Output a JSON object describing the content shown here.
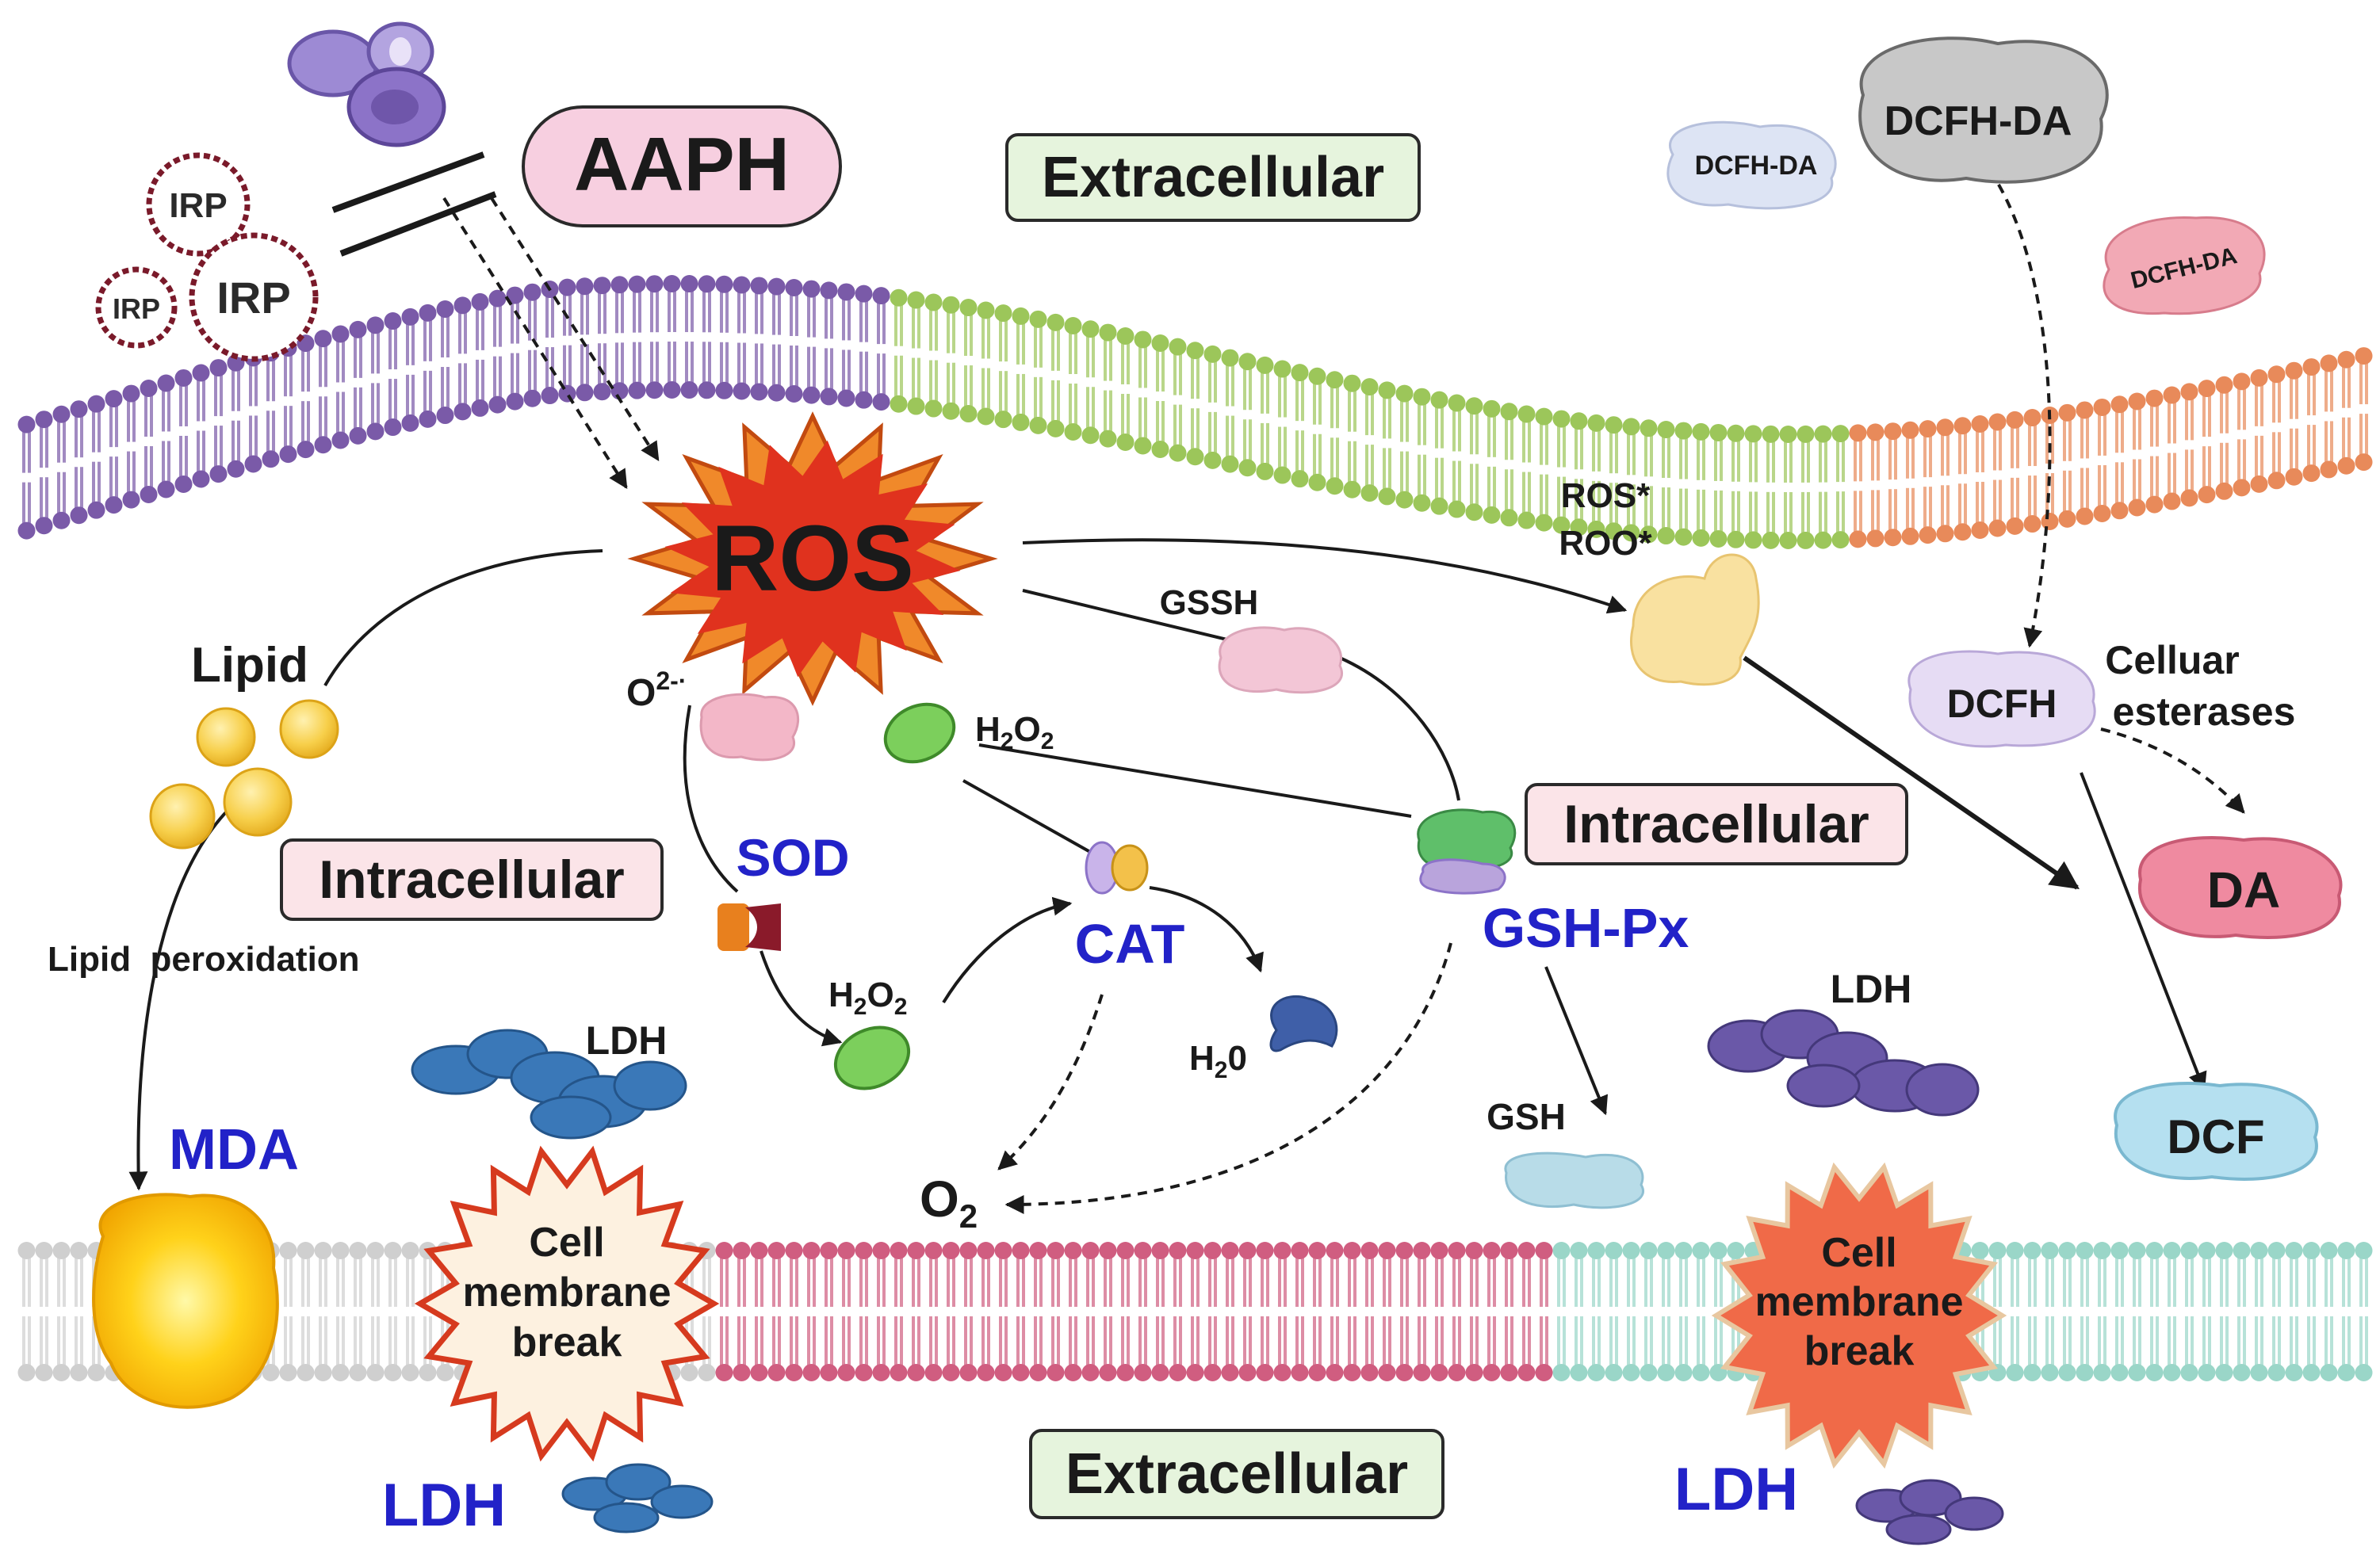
{
  "labels": {
    "aaph": "AAPH",
    "extracellular_top": "Extracellular",
    "extracellular_bottom": "Extracellular",
    "intracellular_left": "Intracellular",
    "intracellular_right": "Intracellular",
    "ros": "ROS",
    "ros_star": "ROS*",
    "roo_star": "ROO*",
    "gssh": "GSSH",
    "lipid": "Lipid",
    "lipid_peroxidation": "Lipid  peroxidation",
    "mda": "MDA",
    "o2_minus": "O",
    "o2_minus_sup": "2-·",
    "sod": "SOD",
    "h2o2_a": "H",
    "h2o2_b": "H",
    "cat": "CAT",
    "h2o": "H",
    "o2": "O",
    "gsh_px": "GSH-Px",
    "gsh": "GSH",
    "dcfh_da_main": "DCFH-DA",
    "dcfh_da_small1": "DCFH-DA",
    "dcfh_da_small2": "DCFH-DA",
    "dcfh": "DCFH",
    "cellular_esterases_1": "Celluar",
    "cellular_esterases_2": "esterases",
    "da": "DA",
    "dcf": "DCF",
    "ldh_top_left": "LDH",
    "ldh_top_right": "LDH",
    "ldh_bottom_left": "LDH",
    "ldh_bottom_right": "LDH",
    "irp_1": "IRP",
    "irp_2": "IRP",
    "irp_3": "IRP",
    "break_left_1": "Cell",
    "break_left_2": "membrane",
    "break_left_3": "break",
    "break_right_1": "Cell",
    "break_right_2": "membrane",
    "break_right_3": "break"
  },
  "colors": {
    "membrane_purple": "#7a5aa8",
    "membrane_green": "#9cc65a",
    "membrane_orange": "#e88a5a",
    "membrane_gray": "#cfcfcf",
    "membrane_pink": "#d05d80",
    "membrane_teal": "#9ad6c8",
    "enzyme_blue": "#2222c8",
    "ros_red": "#e0321e",
    "label_green_fill": "#e6f4dd",
    "label_pink_fill": "#fbe4e8"
  }
}
